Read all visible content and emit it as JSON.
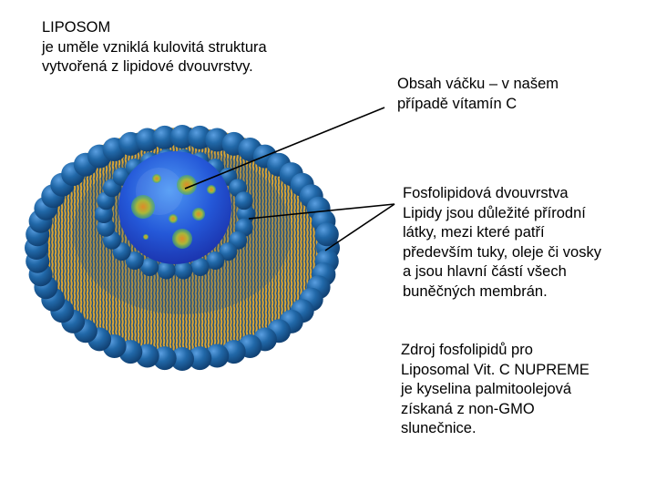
{
  "title_block": {
    "lines": [
      "LIPOSOM",
      "je uměle vzniklá kulovitá struktura",
      "vytvořená z lipidové dvouvrstvy."
    ]
  },
  "labels": {
    "content": {
      "lines": [
        "Obsah váčku – v našem",
        "případě vítamín C"
      ]
    },
    "bilayer": {
      "lines": [
        "Fosfolipidová dvouvrstva",
        "Lipidy jsou důležité přírodní",
        "látky, mezi které patří",
        "především tuky, oleje či vosky",
        "a jsou hlavní částí všech",
        "buněčných membrán."
      ]
    },
    "source": {
      "lines": [
        "Zdroj fosfolipidů pro",
        "Liposomal Vit. C NUPREME",
        "je kyselina palmitoolejová",
        "získaná z non-GMO",
        "slunečnice."
      ]
    }
  },
  "illustration": {
    "name": "liposome-cross-section",
    "colors": {
      "head_blue": "#1f5f9e",
      "head_highlight": "#4a8fd0",
      "tail_gold": "#d9a531",
      "core_blue": "#1f4fd0",
      "core_light": "#3f8cf0",
      "droplet_green": "#7fbf3f",
      "droplet_orange": "#d98f2a",
      "leader_line": "#000000"
    }
  }
}
